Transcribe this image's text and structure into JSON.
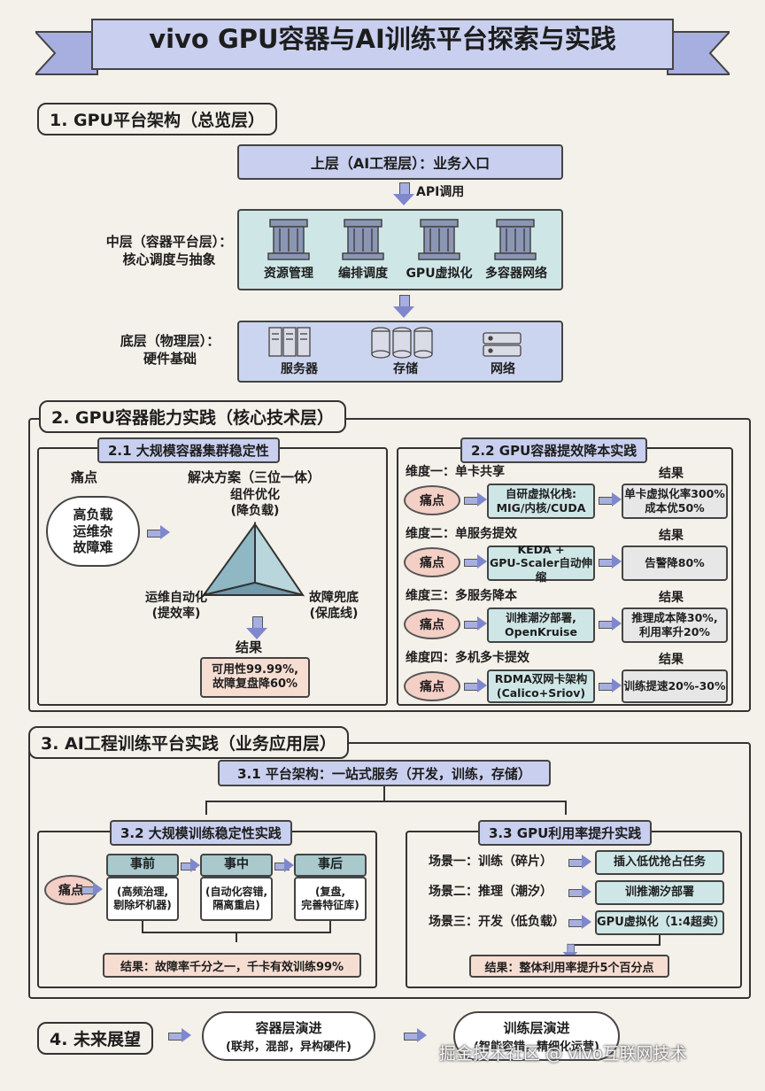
{
  "title": "vivo GPU容器与AI训练平台探索与实践",
  "s1": {
    "title": "1. GPU平台架构（总览层）",
    "top_box": "上层（AI工程层）：业务入口",
    "api_label": "API调用",
    "mid_label_1": "中层（容器平台层）：",
    "mid_label_2": "核心调度与抽象",
    "mid_items": [
      "资源管理",
      "编排调度",
      "GPU虚拟化",
      "多容器网络"
    ],
    "bot_label_1": "底层（物理层）：",
    "bot_label_2": "硬件基础",
    "bot_items": [
      "服务器",
      "存储",
      "网络"
    ]
  },
  "s2": {
    "title": "2. GPU容器能力实践（核心技术层）",
    "s21": {
      "title": "2.1 大规模容器集群稳定性",
      "pain_label": "痛点",
      "pain_lines": [
        "高负载",
        "运维杂",
        "故障难"
      ],
      "solution_label": "解决方案（三位一体）",
      "top_1": "组件优化",
      "top_2": "(降负载)",
      "left_1": "运维自动化",
      "left_2": "(提效率)",
      "right_1": "故障兜底",
      "right_2": "(保底线)",
      "result_label": "结果",
      "result_1": "可用性99.99%,",
      "result_2": "故障复盘降60%"
    },
    "s22": {
      "title": "2.2 GPU容器提效降本实践",
      "pain": "痛点",
      "result_label": "结果",
      "dims": [
        {
          "name": "维度一：单卡共享",
          "sol_1": "自研虚拟化栈:",
          "sol_2": "MIG/内核/CUDA",
          "res_1": "单卡虚拟化率300%",
          "res_2": "成本优50%"
        },
        {
          "name": "维度二：单服务提效",
          "sol_1": "KEDA +",
          "sol_2": "GPU-Scaler自动伸缩",
          "res_1": "告警降80%",
          "res_2": ""
        },
        {
          "name": "维度三：多服务降本",
          "sol_1": "训推潮汐部署,",
          "sol_2": "OpenKruise",
          "res_1": "推理成本降30%,",
          "res_2": "利用率升20%"
        },
        {
          "name": "维度四：多机多卡提效",
          "sol_1": "RDMA双网卡架构",
          "sol_2": "(Calico+Sriov)",
          "res_1": "训练提速20%-30%",
          "res_2": ""
        }
      ]
    }
  },
  "s3": {
    "title": "3. AI工程训练平台实践（业务应用层）",
    "s31": "3.1 平台架构：一站式服务（开发，训练，存储）",
    "s32": {
      "title": "3.2 大规模训练稳定性实践",
      "pain": "痛点",
      "stages": [
        {
          "h": "事前",
          "b1": "(高频治理,",
          "b2": "剔除坏机器)"
        },
        {
          "h": "事中",
          "b1": "(自动化容错,",
          "b2": "隔离重启)"
        },
        {
          "h": "事后",
          "b1": "(复盘,",
          "b2": "完善特征库)"
        }
      ],
      "result": "结果：故障率千分之一，千卡有效训练99%"
    },
    "s33": {
      "title": "3.3 GPU利用率提升实践",
      "scenes": [
        {
          "s": "场景一：训练（碎片）",
          "a": "插入低优抢占任务"
        },
        {
          "s": "场景二：推理（潮汐）",
          "a": "训推潮汐部署"
        },
        {
          "s": "场景三：开发（低负载）",
          "a": "GPU虚拟化（1:4超卖）"
        }
      ],
      "result": "结果：整体利用率提升5个百分点"
    }
  },
  "s4": {
    "title": "4. 未来展望",
    "c1_1": "容器层演进",
    "c1_2": "(联邦，混部，异构硬件)",
    "c2_1": "训练层演进",
    "c2_2": "(智能容错，精细化运营)",
    "watermark": "掘金技术社区 @ vivo互联网技术"
  },
  "colors": {
    "accent": "#a7aee0",
    "pain": "#f4cfc6",
    "teal": "#cfe6e6",
    "result": "#f6ddd2"
  }
}
